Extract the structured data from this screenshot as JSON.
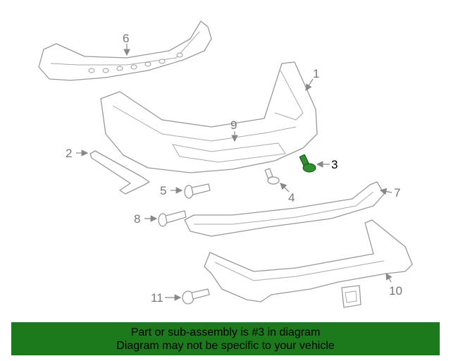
{
  "callouts": {
    "c1": "1",
    "c2": "2",
    "c3": "3",
    "c4": "4",
    "c5": "5",
    "c6": "6",
    "c7": "7",
    "c8": "8",
    "c9": "9",
    "c10": "10",
    "c11": "11"
  },
  "highlight_color": "#2f8f2f",
  "footer": {
    "line1": "Part or sub-assembly is #3 in diagram",
    "line2": "Diagram may not be specific to your vehicle",
    "background": "#1c7a1c"
  }
}
